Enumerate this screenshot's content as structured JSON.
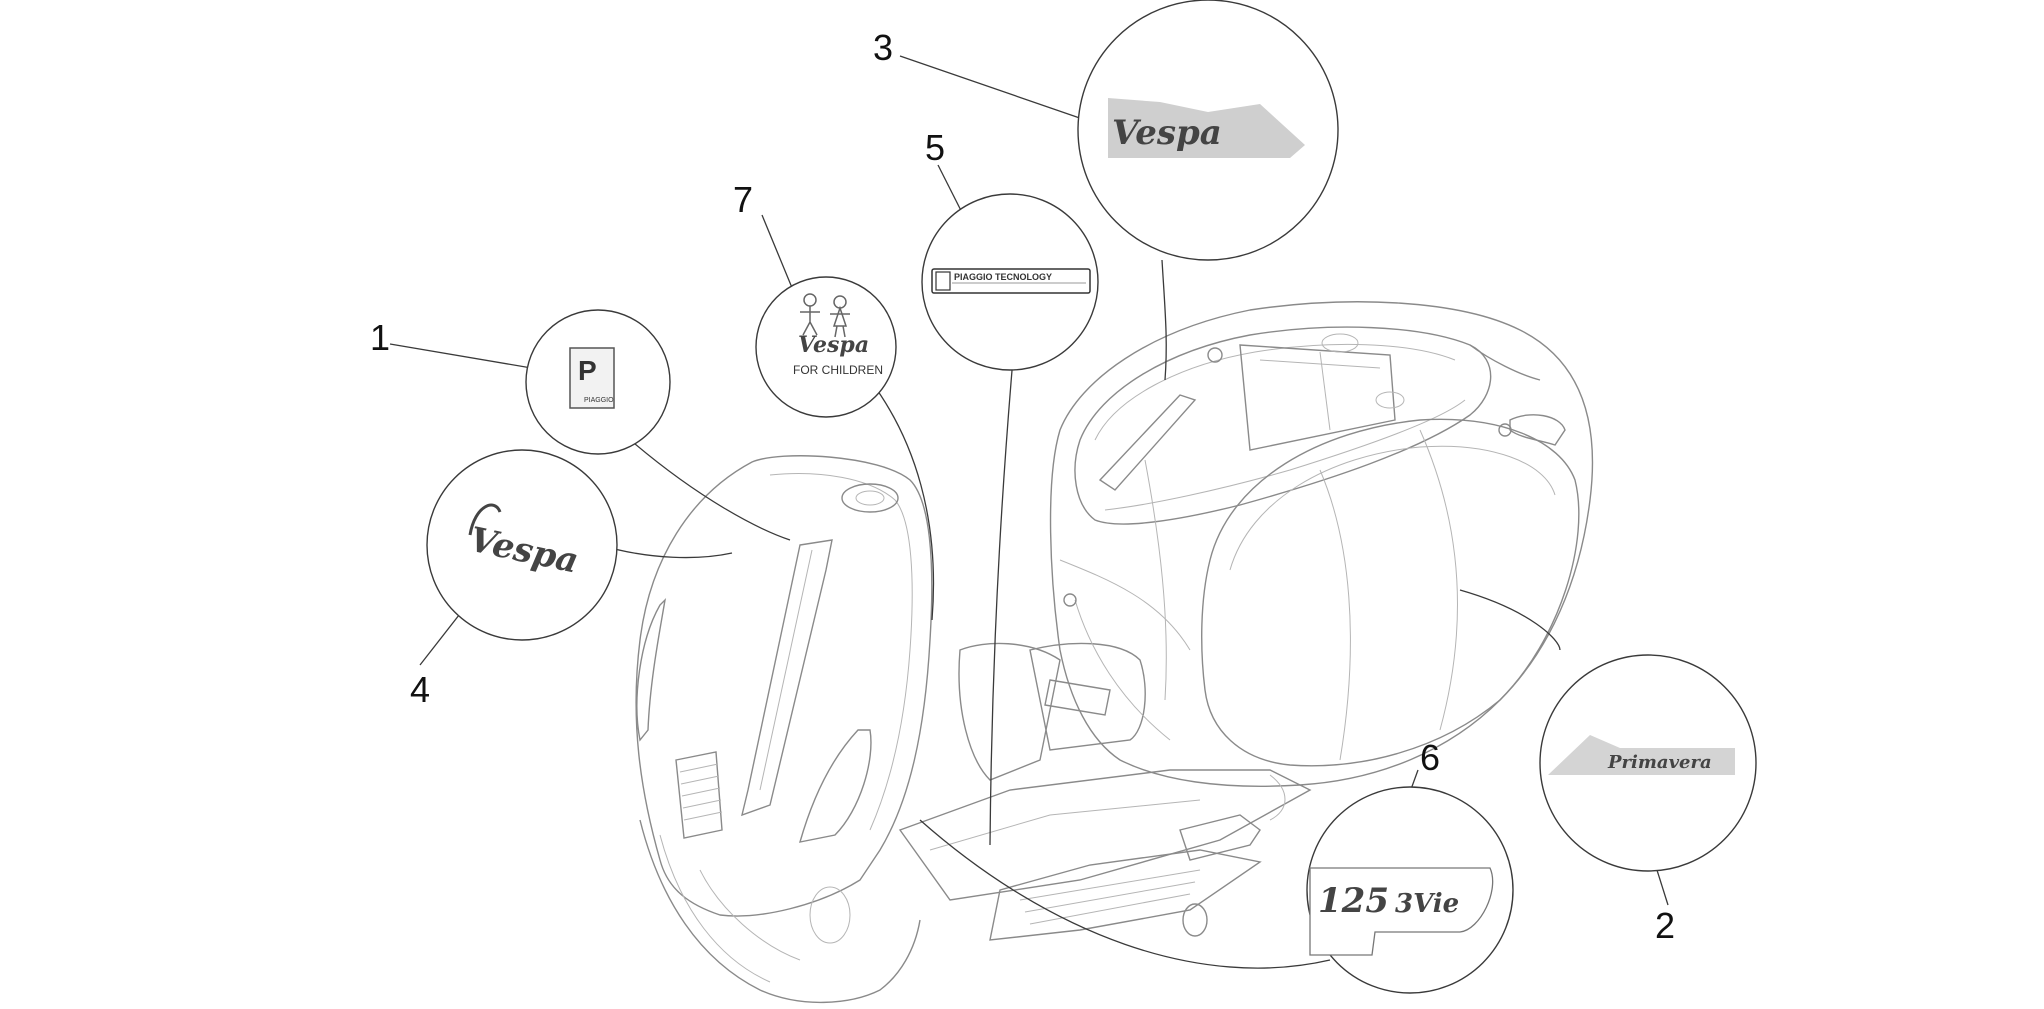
{
  "callouts": [
    {
      "id": "1",
      "label": "1"
    },
    {
      "id": "2",
      "label": "2"
    },
    {
      "id": "3",
      "label": "3"
    },
    {
      "id": "4",
      "label": "4"
    },
    {
      "id": "5",
      "label": "5"
    },
    {
      "id": "6",
      "label": "6"
    },
    {
      "id": "7",
      "label": "7"
    }
  ],
  "stickers": {
    "piaggio_badge_text": "PIAGGIO",
    "piaggio_badge_letter": "P",
    "piaggio_technology_text": "PIAGGIO TECNOLOGY",
    "vespa_for_children_script": "Vespa",
    "vespa_for_children_sub": "FOR CHILDREN",
    "vespa_legshield_script": "Vespa",
    "vespa_tail_script": "Vespa",
    "primavera_script": "Primavera",
    "model_badge_number": "125",
    "model_badge_suffix": "3Vie"
  },
  "colors": {
    "outline": "#8a8a8a",
    "leader": "#3a3a3a",
    "number": "#111111"
  }
}
